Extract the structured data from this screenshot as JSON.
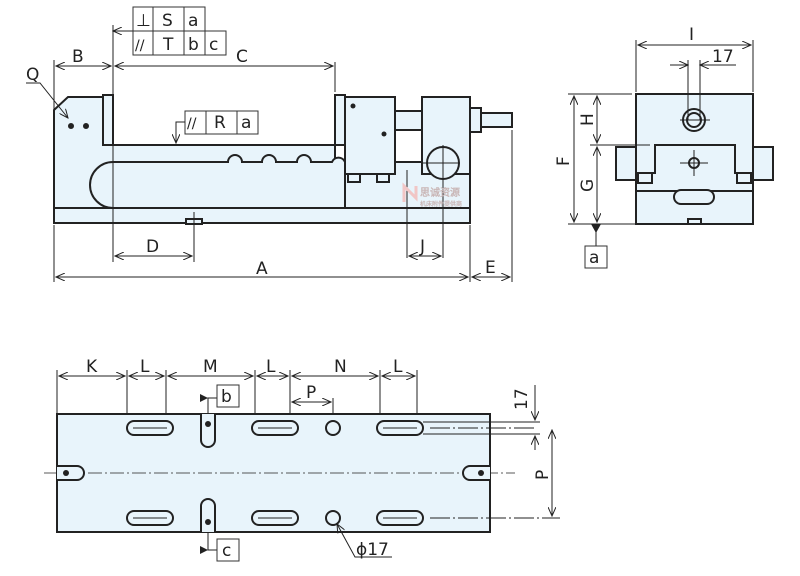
{
  "side_view": {
    "dims": {
      "A": "A",
      "B": "B",
      "C": "C",
      "D": "D",
      "E": "E",
      "J": "J",
      "Q": "Q"
    },
    "tolerance_top": {
      "row1": [
        "⊥",
        "S",
        "a"
      ],
      "row2": [
        "//",
        "T",
        "b",
        "c"
      ]
    },
    "tolerance_mid": [
      "//",
      "R",
      "a"
    ],
    "watermark": {
      "brand": "思诚资源",
      "sub": "机床附件提供商"
    }
  },
  "front_view": {
    "dims": {
      "I": "I",
      "width_17": "17",
      "F": "F",
      "G": "G",
      "H": "H"
    },
    "datum": "a"
  },
  "bottom_view": {
    "dims": {
      "K": "K",
      "L1": "L",
      "M": "M",
      "L2": "L",
      "N": "N",
      "L3": "L",
      "P_top": "P",
      "P_side": "P",
      "slot_17": "17",
      "hole_dia": "ϕ17"
    },
    "datum_b": "b",
    "datum_c": "c"
  }
}
